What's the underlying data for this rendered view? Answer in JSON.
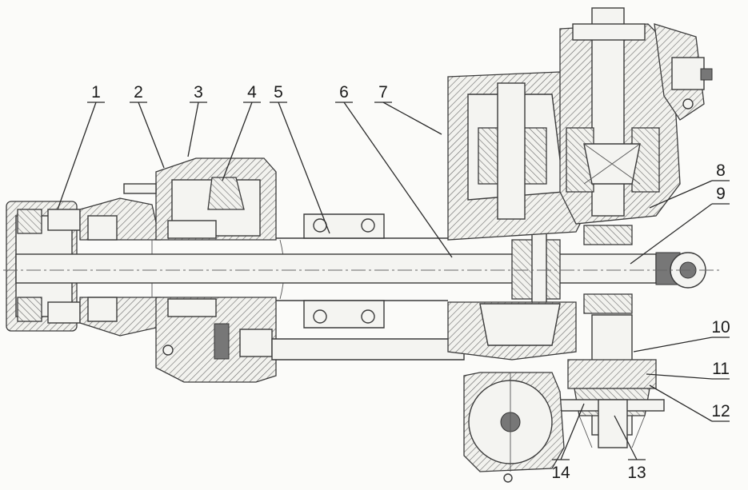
{
  "figure": {
    "callouts": [
      "1",
      "2",
      "3",
      "4",
      "5",
      "6",
      "7",
      "8",
      "9",
      "10",
      "11",
      "12",
      "13",
      "14"
    ]
  }
}
